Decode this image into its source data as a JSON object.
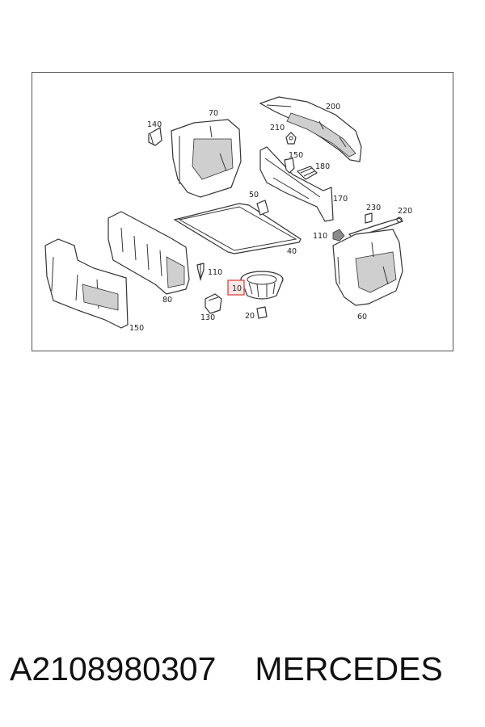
{
  "diagram": {
    "callouts": {
      "c10": "10",
      "c20": "20",
      "c40": "40",
      "c50": "50",
      "c60": "60",
      "c70": "70",
      "c80": "80",
      "c110a": "110",
      "c110b": "110",
      "c130": "130",
      "c140": "140",
      "c150a": "150",
      "c150b": "150",
      "c170": "170",
      "c180": "180",
      "c200": "200",
      "c210": "210",
      "c220": "220",
      "c230": "230"
    },
    "highlighted_callout": "10",
    "highlight_color": "#d9534f"
  },
  "footer": {
    "part_number": "A2108980307",
    "brand": "MERCEDES"
  }
}
